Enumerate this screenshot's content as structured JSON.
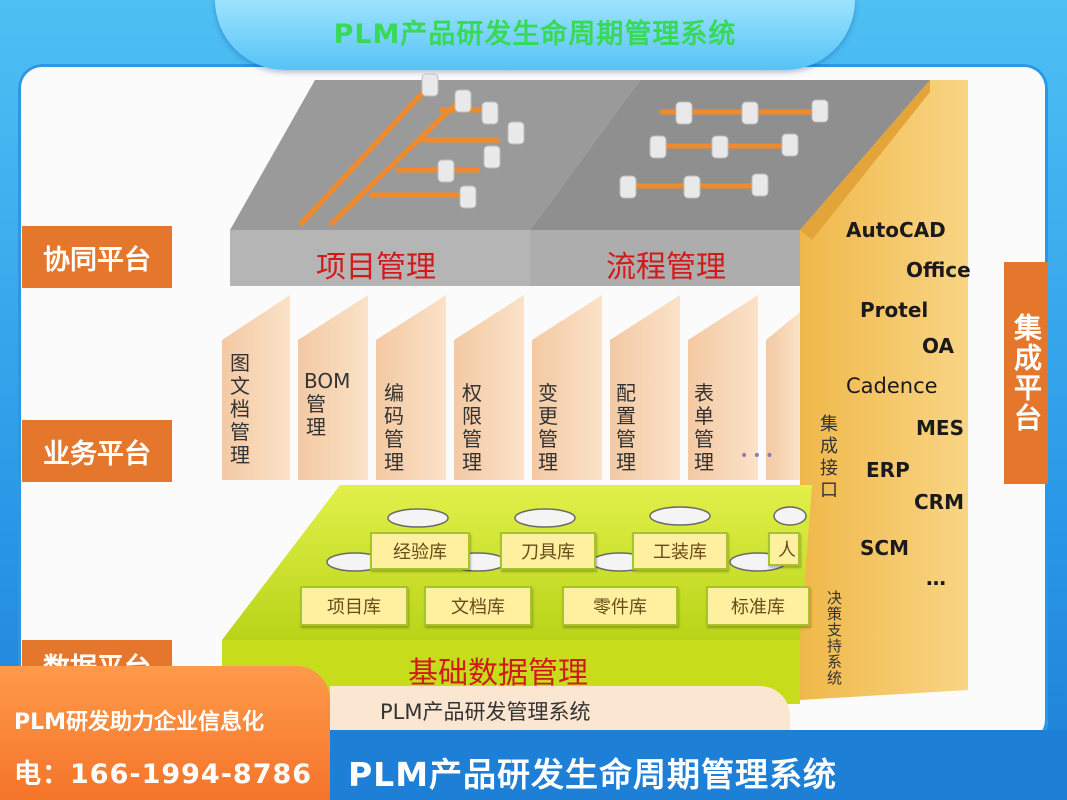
{
  "header": {
    "title": "PLM产品研发生命周期管理系统"
  },
  "side_labels": {
    "collab": "协同平台",
    "business": "业务平台",
    "data": "数据平台",
    "integration": "集成平台"
  },
  "collab_platform": {
    "project": "项目管理",
    "process": "流程管理"
  },
  "business_modules": [
    "图文档管理",
    "BOM管理",
    "编码管理",
    "权限管理",
    "变更管理",
    "配置管理",
    "表单管理"
  ],
  "business_more": "• • •",
  "data_platform": {
    "libraries_back": [
      "经验库",
      "刀具库",
      "工装库",
      "人"
    ],
    "libraries_front": [
      "项目库",
      "文档库",
      "零件库",
      "标准库"
    ],
    "basic": "基础数据管理"
  },
  "integration": {
    "interface": "集成接口",
    "decision": "决策支持系统",
    "systems": [
      "AutoCAD",
      "Office",
      "Protel",
      "OA",
      "Cadence",
      "MES",
      "ERP",
      "CRM",
      "SCM",
      "…"
    ]
  },
  "footer": {
    "left_line1": "PLM研发助力企业信息化",
    "left_line2": "电：166-1994-8786",
    "mid_text": "PLM产品研发管理系统",
    "right_title": "PLM产品研发生命周期管理系统"
  },
  "colors": {
    "accent_orange": "#e5772c",
    "accent_blue": "#1e7fd6",
    "title_green": "#38d957",
    "label_red": "#d11b1b"
  }
}
